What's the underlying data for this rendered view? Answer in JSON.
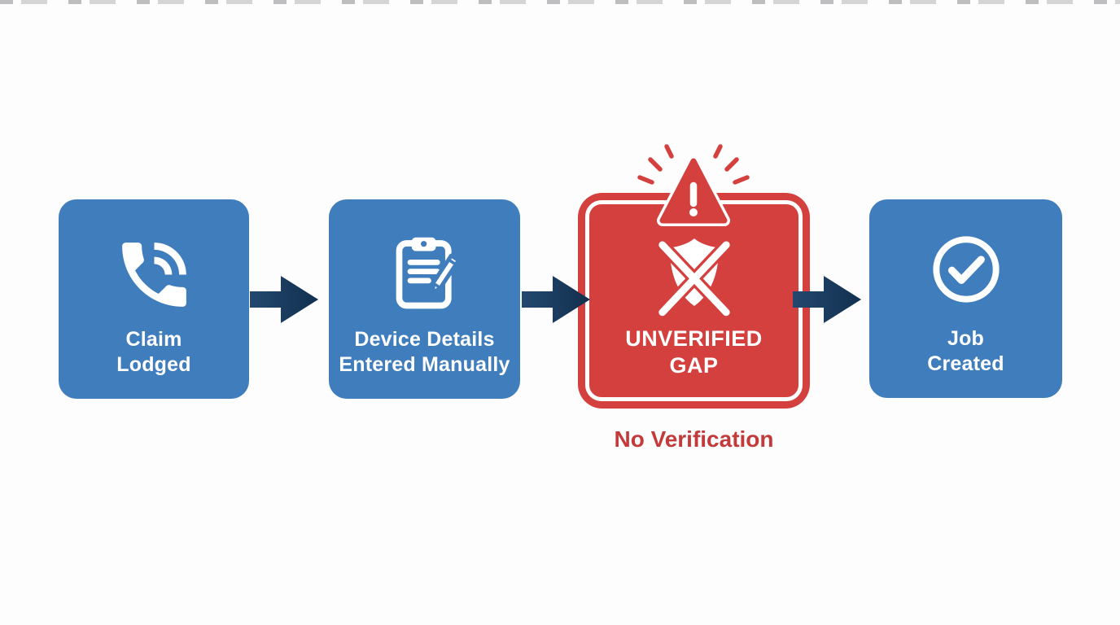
{
  "diagram": {
    "name": "claims-process-flow",
    "colors": {
      "box_blue": "#3f7dbd",
      "box_red": "#d4403d",
      "arrow_navy": "#1e4267",
      "arrow_navy_dark": "#12304f",
      "caption_red": "#c23a3a",
      "icon_white": "#ffffff",
      "background": "#fdfdfd"
    },
    "flow": {
      "steps": [
        {
          "id": "claim-lodged",
          "icon": "phone-icon",
          "label_lines": [
            "Claim",
            "Lodged"
          ],
          "type": "normal"
        },
        {
          "id": "device-details-entered-manually",
          "icon": "clipboard-pencil-icon",
          "label_lines": [
            "Device Details",
            "Entered Manually"
          ],
          "type": "normal"
        },
        {
          "id": "unverified-gap",
          "icon": "shield-crossed-icon",
          "badge_icon": "warning-triangle-icon",
          "label_lines": [
            "UNVERIFIED",
            "GAP"
          ],
          "caption": "No Verification",
          "type": "alert"
        },
        {
          "id": "job-created",
          "icon": "check-circle-icon",
          "label_lines": [
            "Job",
            "Created"
          ],
          "type": "normal"
        }
      ],
      "connector": "arrow-right"
    }
  }
}
